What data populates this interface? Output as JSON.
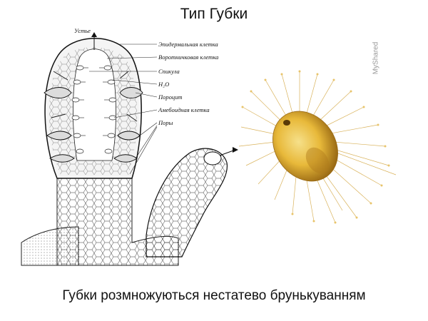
{
  "slide": {
    "title": "Тип Губки",
    "caption": "Губки розмножуються нестатево брунькуванням"
  },
  "diagram": {
    "labels": {
      "oscule": "Устье",
      "epidermal": "Эпидермальная клетка",
      "collar": "Воротничковая клетка",
      "spicule": "Спикула",
      "water": "H₂O",
      "porocyte": "Пороцит",
      "amoeboid": "Амебоидная клетка",
      "pores": "Поры"
    }
  },
  "watermark": {
    "text": "MyShared"
  },
  "colors": {
    "ink": "#1a1a1a",
    "sponge_yellow": "#e8b93a",
    "sponge_dark": "#b07a1a",
    "spike": "#d9b25a"
  }
}
